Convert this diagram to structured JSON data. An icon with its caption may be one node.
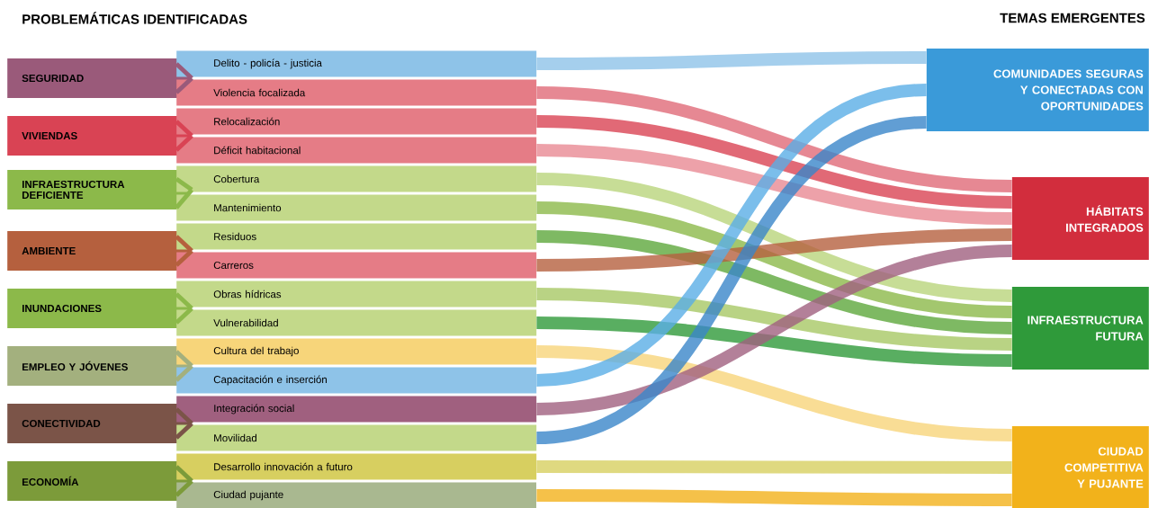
{
  "diagram": {
    "nodes": [
      {
        "text": [
          "SEGURIDAD"
        ]
      },
      {
        "text": [
          "VIVIENDAS"
        ]
      },
      {
        "text": [
          "INFRAESTRUCTURA DEFICIENTE"
        ]
      },
      {
        "text": [
          "AMBIENTE"
        ]
      },
      {
        "text": [
          "INUNDACIONES"
        ]
      },
      {
        "text": [
          "EMPLEO Y JÓVENES"
        ]
      },
      {
        "text": [
          "CONECTIVIDAD"
        ]
      },
      {
        "text": [
          "ECONOMÍA"
        ]
      },
      {
        "text": [
          "Delito - policía - justicia"
        ]
      },
      {
        "text": [
          "Violencia focalizada"
        ]
      },
      {
        "text": [
          "Relocalización"
        ]
      },
      {
        "text": [
          "Déficit habitacional"
        ]
      },
      {
        "text": [
          "Cobertura"
        ]
      },
      {
        "text": [
          "Mantenimiento"
        ]
      },
      {
        "text": [
          "Residuos"
        ]
      },
      {
        "text": [
          "Carreros"
        ]
      },
      {
        "text": [
          "Obras hídricas"
        ]
      },
      {
        "text": [
          "Vulnerabilidad"
        ]
      },
      {
        "text": [
          "Cultura del trabajo"
        ]
      },
      {
        "text": [
          "Capacitación e inserción"
        ]
      },
      {
        "text": [
          "Integración social"
        ]
      },
      {
        "text": [
          "Movilidad"
        ]
      },
      {
        "text": [
          "Desarrollo innovación a futuro"
        ]
      },
      {
        "text": [
          "Ciudad pujante"
        ]
      },
      {
        "text": [
          "COMUNIDADES SEGURAS Y CONECTADAS CON OPORTUNIDADES"
        ]
      },
      {
        "text": [
          "HÁBITATS INTEGRADOS"
        ]
      },
      {
        "text": [
          "INFRAESTRUCTURA FUTURA"
        ]
      },
      {
        "text": [
          "CIUDAD COMPETITIVA Y PUJANTE"
        ]
      }
    ],
    "edges": [
      {
        "from": 0,
        "to": 8,
        "arrow": "none",
        "color": "#9a5a7a"
      },
      {
        "from": 0,
        "to": 9,
        "arrow": "none",
        "color": "#9a5a7a"
      },
      {
        "from": 1,
        "to": 10,
        "arrow": "none",
        "color": "#d94354"
      },
      {
        "from": 1,
        "to": 11,
        "arrow": "none",
        "color": "#d94354"
      },
      {
        "from": 2,
        "to": 12,
        "arrow": "none",
        "color": "#8cb94a"
      },
      {
        "from": 2,
        "to": 13,
        "arrow": "none",
        "color": "#8cb94a"
      },
      {
        "from": 3,
        "to": 14,
        "arrow": "none",
        "color": "#b5603e"
      },
      {
        "from": 3,
        "to": 15,
        "arrow": "none",
        "color": "#b5603e"
      },
      {
        "from": 4,
        "to": 16,
        "arrow": "none",
        "color": "#8cb94a"
      },
      {
        "from": 4,
        "to": 17,
        "arrow": "none",
        "color": "#8cb94a"
      },
      {
        "from": 5,
        "to": 18,
        "arrow": "none",
        "color": "#a3b07e"
      },
      {
        "from": 5,
        "to": 19,
        "arrow": "none",
        "color": "#a3b07e"
      },
      {
        "from": 6,
        "to": 20,
        "arrow": "none",
        "color": "#7b5448"
      },
      {
        "from": 6,
        "to": 21,
        "arrow": "none",
        "color": "#7b5448"
      },
      {
        "from": 7,
        "to": 22,
        "arrow": "none",
        "color": "#7c9b3a"
      },
      {
        "from": 7,
        "to": 23,
        "arrow": "none",
        "color": "#7c9b3a"
      },
      {
        "from": 8,
        "to": 24,
        "arrow": "none",
        "style": "thick",
        "color": "#8ec3e8"
      },
      {
        "from": 9,
        "to": 25,
        "arrow": "none",
        "style": "thick",
        "color": "#e06a78"
      },
      {
        "from": 10,
        "to": 25,
        "arrow": "none",
        "style": "thick",
        "color": "#d94354"
      },
      {
        "from": 11,
        "to": 25,
        "arrow": "none",
        "style": "thick",
        "color": "#e88a94"
      },
      {
        "from": 12,
        "to": 26,
        "arrow": "none",
        "style": "thick",
        "color": "#b9d47c"
      },
      {
        "from": 13,
        "to": 26,
        "arrow": "none",
        "style": "thick",
        "color": "#8cb94a"
      },
      {
        "from": 14,
        "to": 26,
        "arrow": "none",
        "style": "thick",
        "color": "#5ea83c"
      },
      {
        "from": 15,
        "to": 25,
        "arrow": "none",
        "style": "thick",
        "color": "#b5603e"
      },
      {
        "from": 16,
        "to": 26,
        "arrow": "none",
        "style": "thick",
        "color": "#a7c865"
      },
      {
        "from": 17,
        "to": 26,
        "arrow": "none",
        "style": "thick",
        "color": "#2f9a3a"
      },
      {
        "from": 18,
        "to": 27,
        "arrow": "none",
        "style": "thick",
        "color": "#f7d57a"
      },
      {
        "from": 19,
        "to": 24,
        "arrow": "none",
        "style": "thick",
        "color": "#5aaee6"
      },
      {
        "from": 20,
        "to": 25,
        "arrow": "none",
        "style": "thick",
        "color": "#a0607f"
      },
      {
        "from": 21,
        "to": 24,
        "arrow": "none",
        "style": "thick",
        "color": "#3a86c9"
      },
      {
        "from": 22,
        "to": 27,
        "arrow": "none",
        "style": "thick",
        "color": "#d7cf60"
      },
      {
        "from": 23,
        "to": 27,
        "arrow": "none",
        "style": "thick",
        "color": "#f2b21b"
      }
    ],
    "labels": [
      "PROBLEMÁTICAS IDENTIFICADAS",
      "TEMAS EMERGENTES"
    ]
  }
}
